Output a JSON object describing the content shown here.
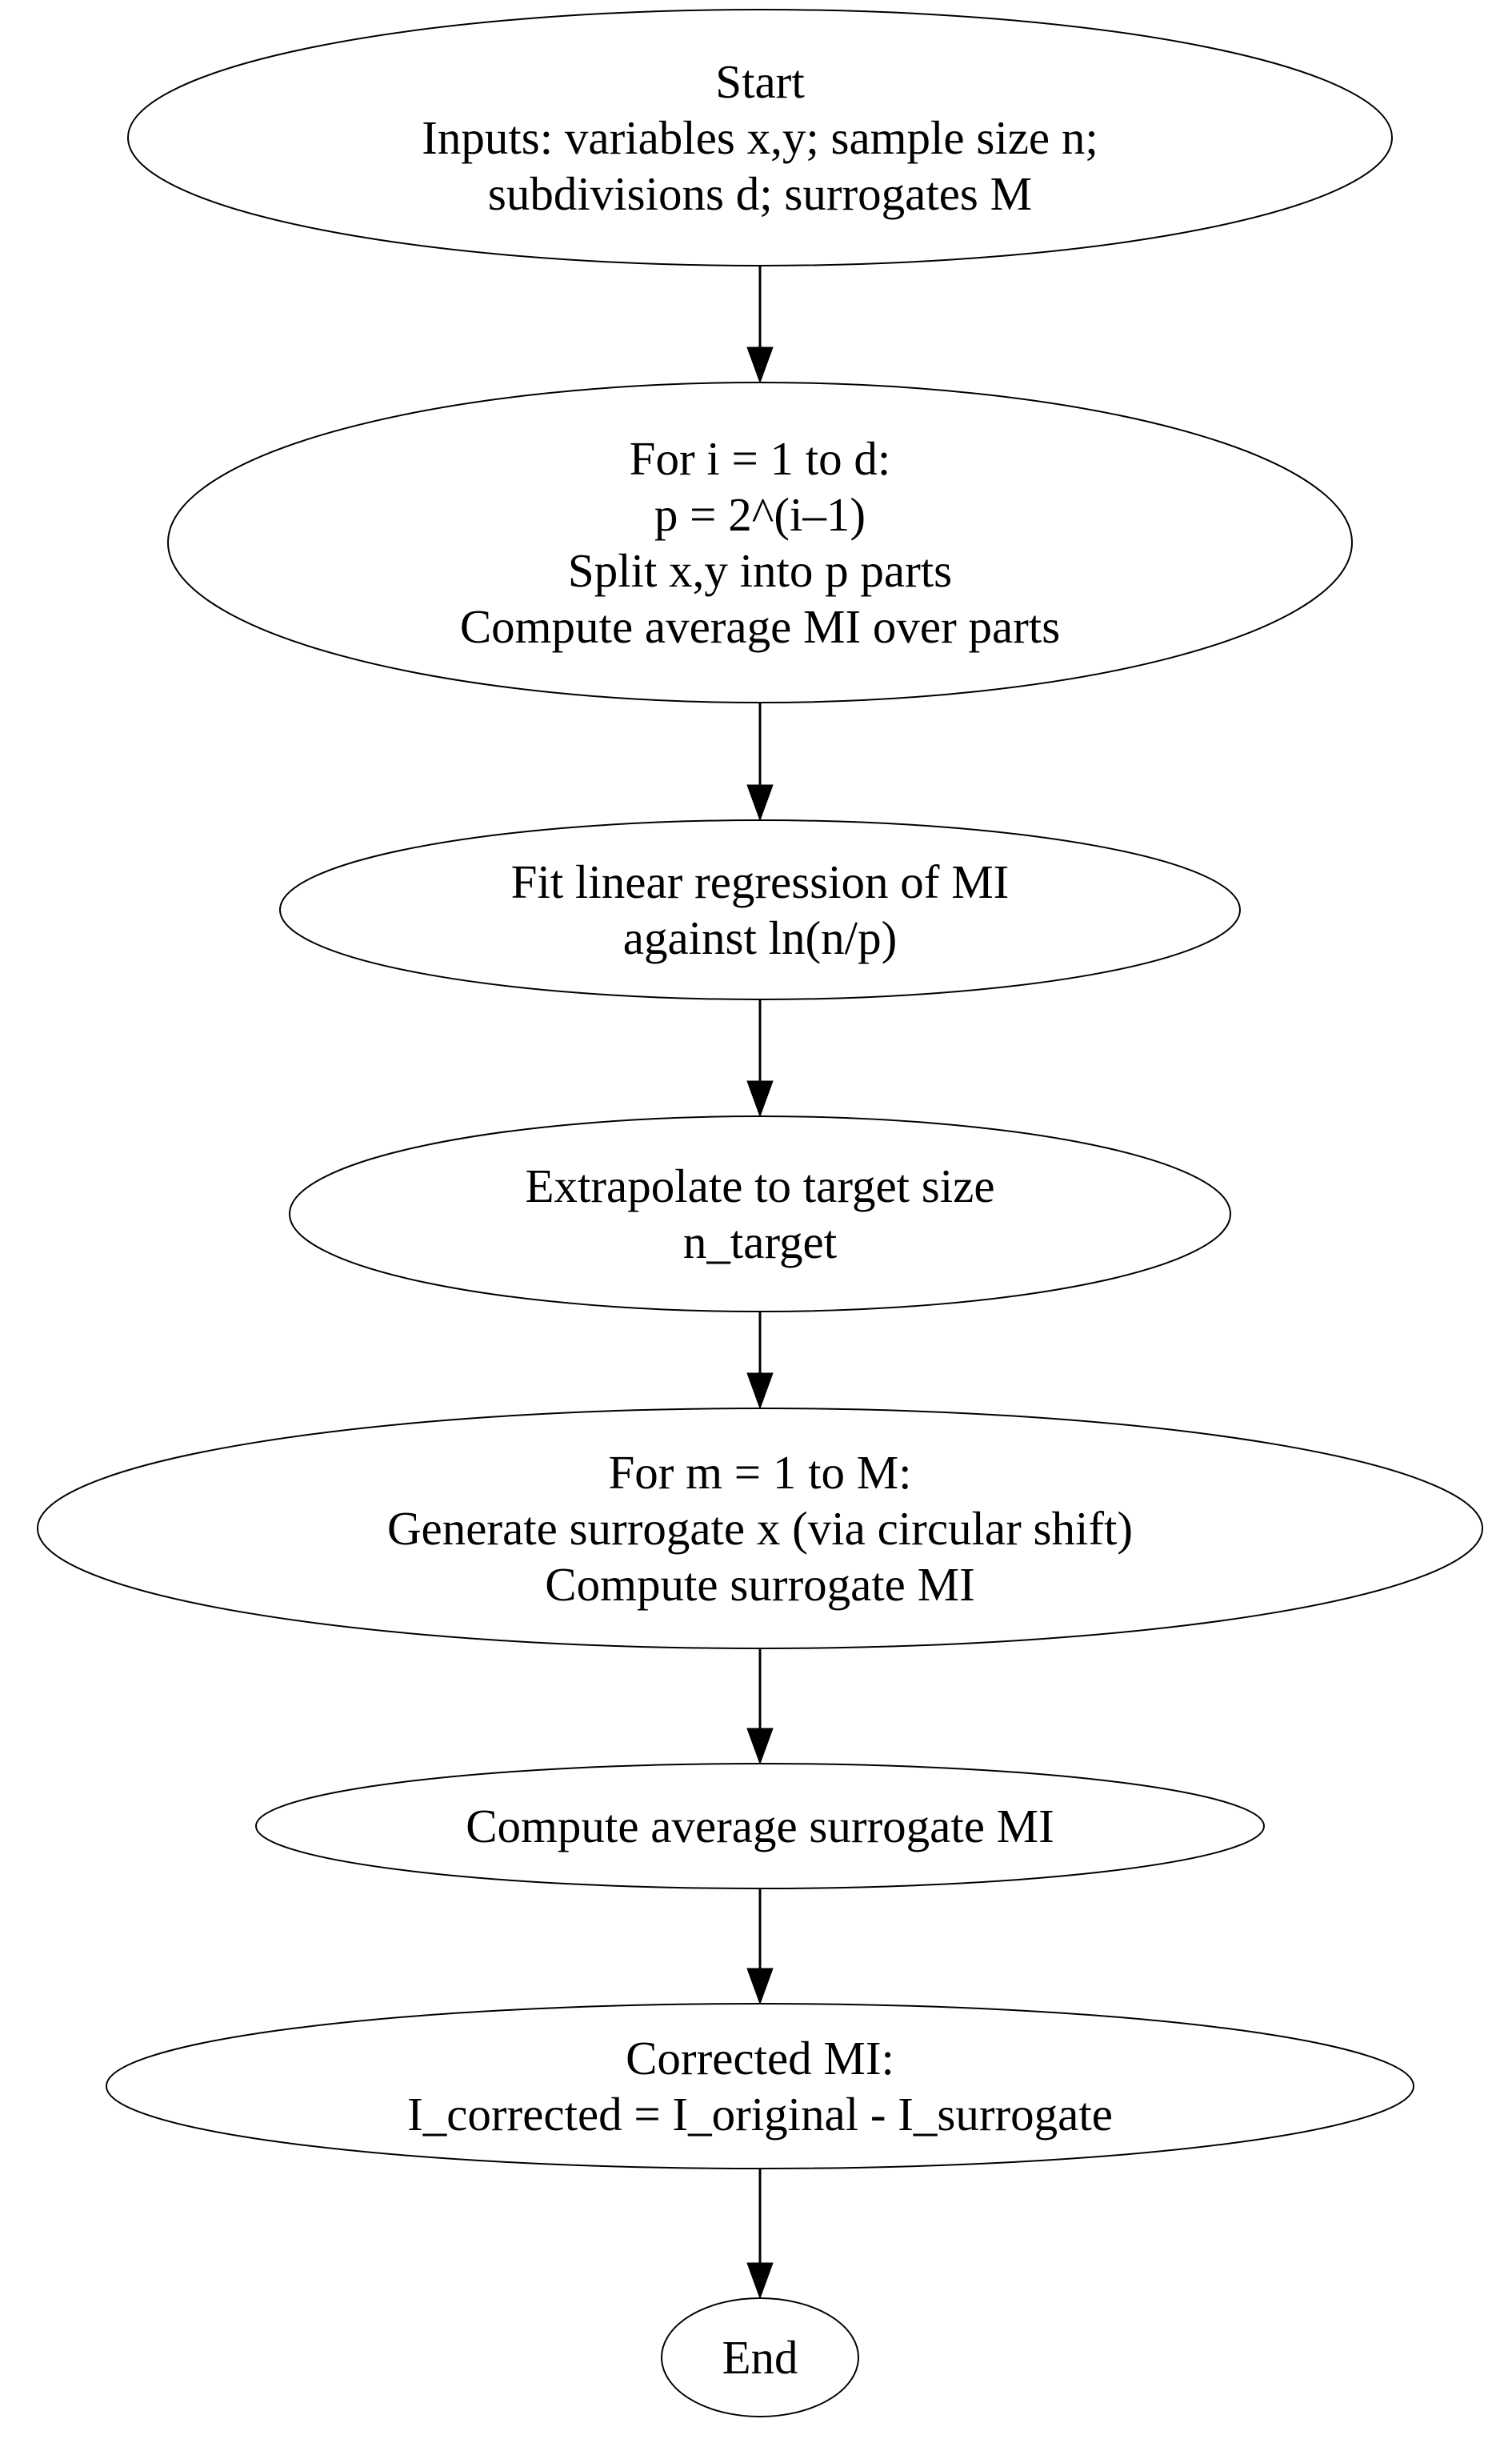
{
  "diagram": {
    "type": "flowchart",
    "background_color": "#ffffff",
    "node_fill_color": "#ffffff",
    "node_stroke_color": "#000000",
    "text_color": "#000000",
    "edge_color": "#000000"
  },
  "nodes": [
    {
      "id": "start",
      "shape": "ellipse",
      "lines": [
        "Start",
        "Inputs: variables x,y; sample size n;",
        "subdivisions d; surrogates M"
      ]
    },
    {
      "id": "subdivision-loop",
      "shape": "ellipse",
      "lines": [
        "For i = 1 to d:",
        "p = 2^(i–1)",
        "Split x,y into p parts",
        "Compute average MI over parts"
      ]
    },
    {
      "id": "fit-regression",
      "shape": "ellipse",
      "lines": [
        "Fit linear regression of MI",
        "against ln(n/p)"
      ]
    },
    {
      "id": "extrapolate",
      "shape": "ellipse",
      "lines": [
        "Extrapolate to target size",
        "n_target"
      ]
    },
    {
      "id": "surrogate-loop",
      "shape": "ellipse",
      "lines": [
        "For m = 1 to M:",
        "Generate surrogate x (via circular shift)",
        "Compute surrogate MI"
      ]
    },
    {
      "id": "average-surrogate",
      "shape": "ellipse",
      "lines": [
        "Compute average surrogate MI"
      ]
    },
    {
      "id": "corrected-mi",
      "shape": "ellipse",
      "lines": [
        "Corrected MI:",
        "I_corrected = I_original - I_surrogate"
      ]
    },
    {
      "id": "end",
      "shape": "ellipse",
      "lines": [
        "End"
      ]
    }
  ],
  "edges": [
    {
      "from": "start",
      "to": "subdivision-loop"
    },
    {
      "from": "subdivision-loop",
      "to": "fit-regression"
    },
    {
      "from": "fit-regression",
      "to": "extrapolate"
    },
    {
      "from": "extrapolate",
      "to": "surrogate-loop"
    },
    {
      "from": "surrogate-loop",
      "to": "average-surrogate"
    },
    {
      "from": "average-surrogate",
      "to": "corrected-mi"
    },
    {
      "from": "corrected-mi",
      "to": "end"
    }
  ]
}
